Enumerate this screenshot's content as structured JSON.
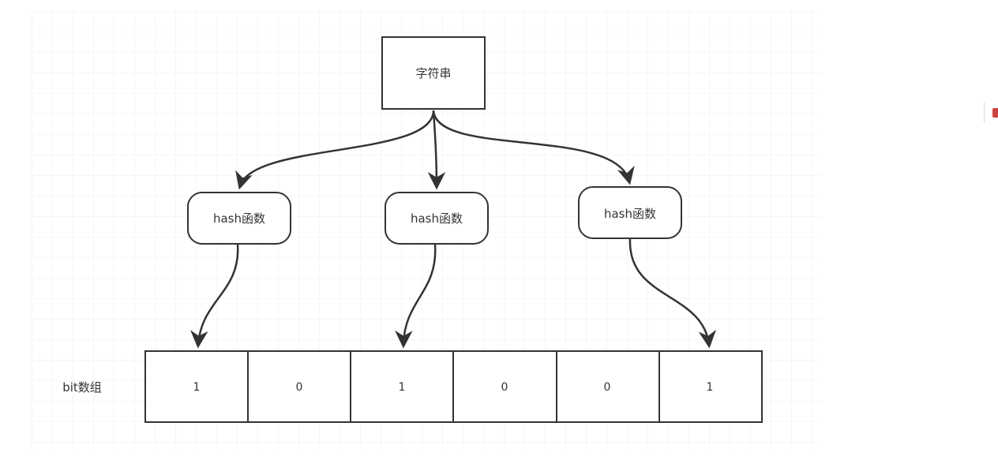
{
  "source_node": {
    "label": "字符串"
  },
  "hash_nodes": [
    {
      "label": "hash函数"
    },
    {
      "label": "hash函数"
    },
    {
      "label": "hash函数"
    }
  ],
  "bit_array": {
    "label": "bit数组",
    "cells": [
      "1",
      "0",
      "1",
      "0",
      "0",
      "1"
    ]
  },
  "colors": {
    "grid": "#e8e8e8",
    "stroke": "#333333",
    "box_fill": "#ffffff"
  }
}
